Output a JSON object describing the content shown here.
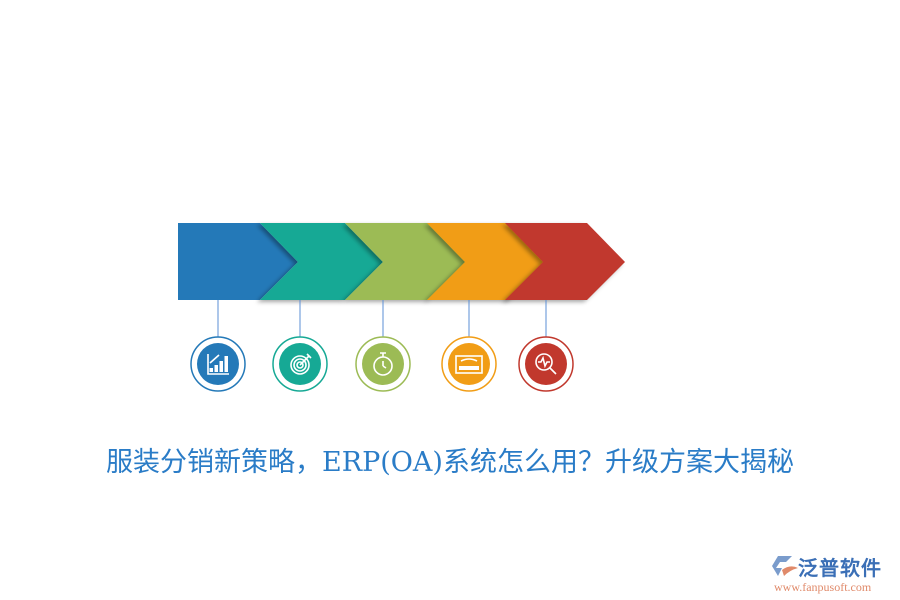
{
  "title": "服装分销新策略，ERP(OA)系统怎么用？升级方案大揭秘",
  "steps": [
    {
      "color": "#2479b8",
      "icon": "bar-chart-icon"
    },
    {
      "color": "#16a995",
      "icon": "target-icon"
    },
    {
      "color": "#9cbb55",
      "icon": "stopwatch-icon"
    },
    {
      "color": "#f19d16",
      "icon": "sign-board-icon"
    },
    {
      "color": "#c1382d",
      "icon": "magnifier-pulse-icon"
    }
  ],
  "logo": {
    "name": "泛普软件",
    "url": "www.fanpusoft.com"
  }
}
